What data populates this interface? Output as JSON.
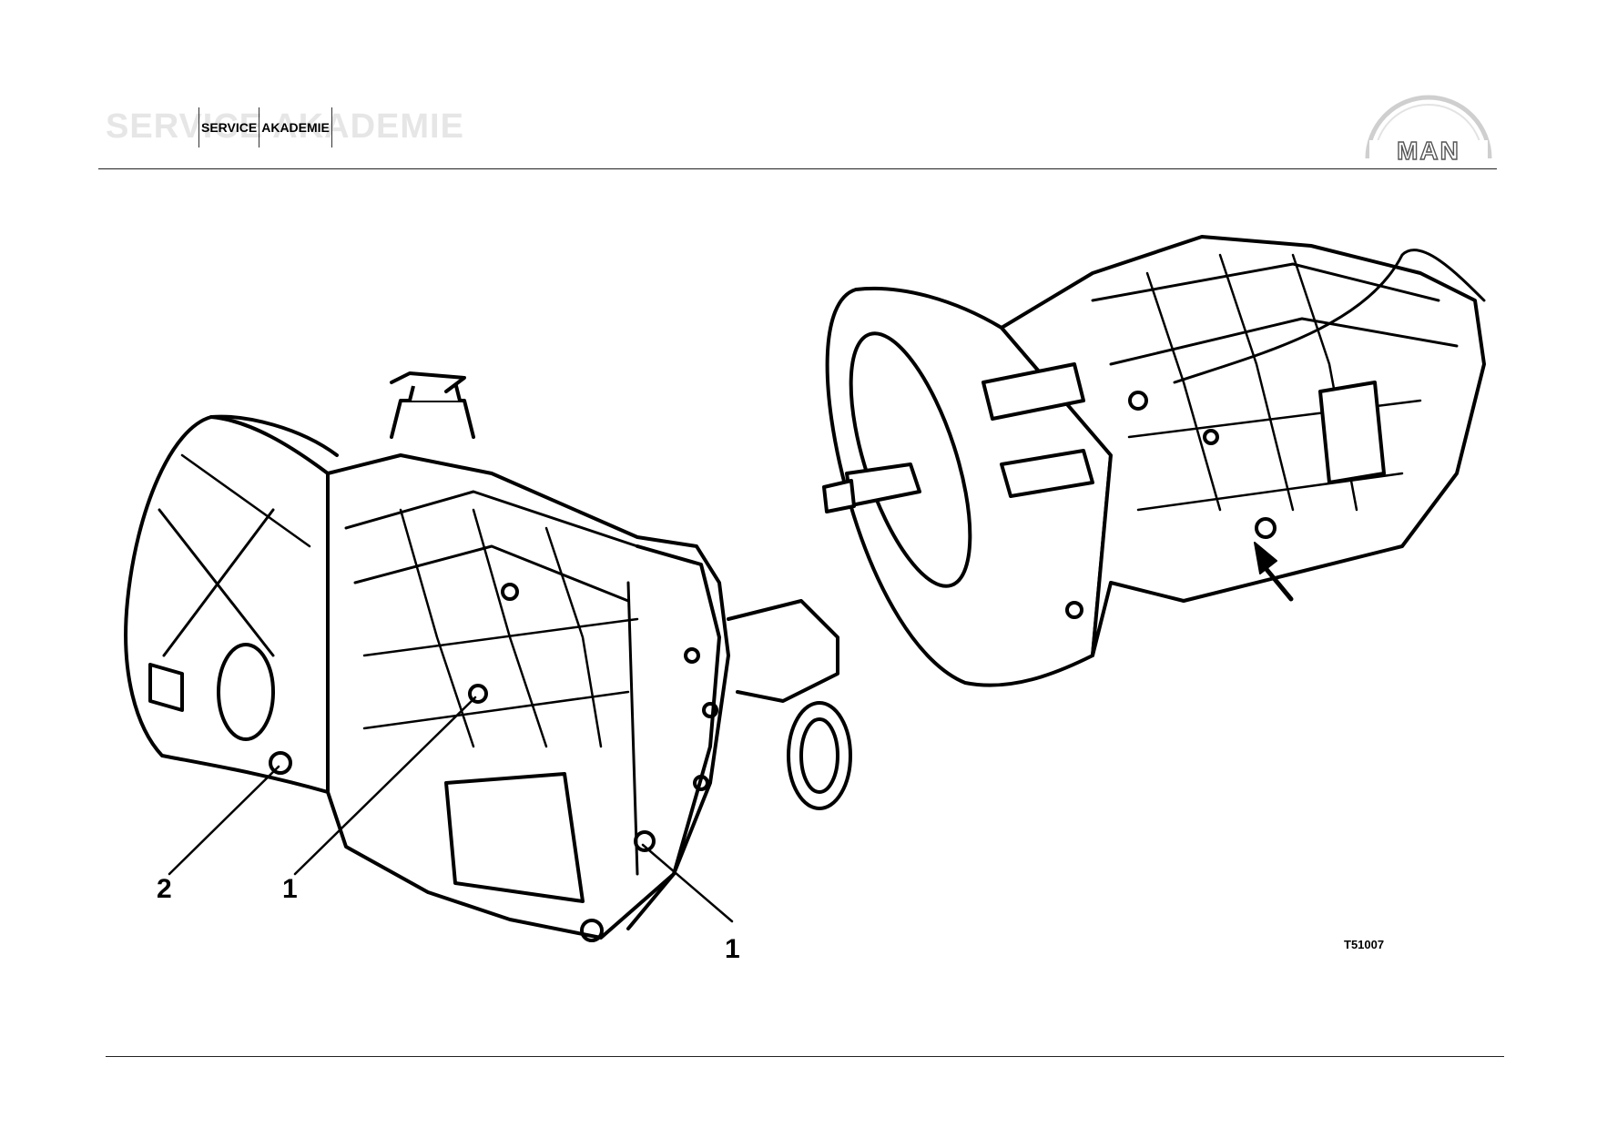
{
  "header": {
    "watermark_text": "SERVICE AKADEMIE",
    "label_parts": [
      "SERVICE",
      "AKADEMIE"
    ]
  },
  "logo": {
    "icon": "man-logo-icon",
    "text": "MAN"
  },
  "figure": {
    "callouts": [
      "2",
      "1",
      "1"
    ],
    "reference_code": "T51007"
  }
}
